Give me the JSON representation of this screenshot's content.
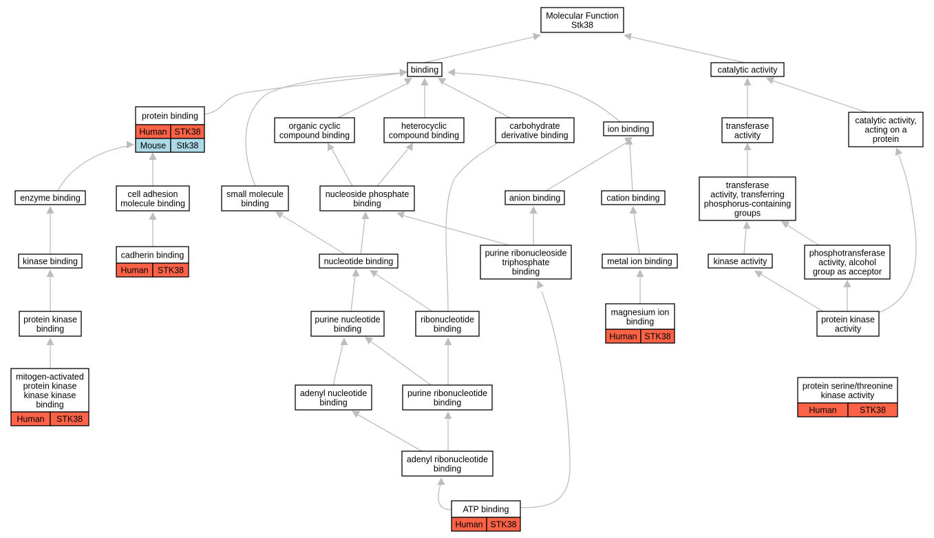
{
  "colors": {
    "human": "#ff6347",
    "mouse": "#add8e6",
    "edge": "#bdbdbd",
    "border": "#000000"
  },
  "nodes": [
    {
      "id": "mf",
      "lines": [
        "Molecular Function",
        "Stk38"
      ]
    },
    {
      "id": "binding",
      "lines": [
        "binding"
      ]
    },
    {
      "id": "catalytic",
      "lines": [
        "catalytic activity"
      ]
    },
    {
      "id": "protein_binding",
      "lines": [
        "protein binding"
      ],
      "rows": [
        [
          "Human",
          "STK38",
          "human"
        ],
        [
          "Mouse",
          "Stk38",
          "mouse"
        ]
      ]
    },
    {
      "id": "organic_cyclic",
      "lines": [
        "organic cyclic",
        "compound binding"
      ]
    },
    {
      "id": "heterocyclic",
      "lines": [
        "heterocyclic",
        "compound binding"
      ]
    },
    {
      "id": "carbohydrate",
      "lines": [
        "carbohydrate",
        "derivative binding"
      ]
    },
    {
      "id": "ion_binding",
      "lines": [
        "ion binding"
      ]
    },
    {
      "id": "transferase",
      "lines": [
        "transferase",
        "activity"
      ]
    },
    {
      "id": "cat_protein",
      "lines": [
        "catalytic activity,",
        "acting on a",
        "protein"
      ]
    },
    {
      "id": "enzyme_binding",
      "lines": [
        "enzyme binding"
      ]
    },
    {
      "id": "cell_adhesion",
      "lines": [
        "cell adhesion",
        "molecule binding"
      ]
    },
    {
      "id": "small_molecule",
      "lines": [
        "small molecule",
        "binding"
      ]
    },
    {
      "id": "nucleoside_phosphate",
      "lines": [
        "nucleoside phosphate",
        "binding"
      ]
    },
    {
      "id": "anion_binding",
      "lines": [
        "anion binding"
      ]
    },
    {
      "id": "cation_binding",
      "lines": [
        "cation binding"
      ]
    },
    {
      "id": "transferase_phospho",
      "lines": [
        "transferase",
        "activity, transferring",
        "phosphorus-containing",
        "groups"
      ]
    },
    {
      "id": "kinase_binding",
      "lines": [
        "kinase binding"
      ]
    },
    {
      "id": "cadherin",
      "lines": [
        "cadherin binding"
      ],
      "rows": [
        [
          "Human",
          "STK38",
          "human"
        ]
      ]
    },
    {
      "id": "nucleotide_binding",
      "lines": [
        "nucleotide binding"
      ]
    },
    {
      "id": "purine_ribonucleoside_tp",
      "lines": [
        "purine ribonucleoside",
        "triphosphate",
        "binding"
      ]
    },
    {
      "id": "metal_ion",
      "lines": [
        "metal ion binding"
      ]
    },
    {
      "id": "kinase_activity",
      "lines": [
        "kinase activity"
      ]
    },
    {
      "id": "phosphotransferase",
      "lines": [
        "phosphotransferase",
        "activity, alcohol",
        "group as acceptor"
      ]
    },
    {
      "id": "protein_kinase_binding",
      "lines": [
        "protein kinase",
        "binding"
      ]
    },
    {
      "id": "purine_nucleotide",
      "lines": [
        "purine nucleotide",
        "binding"
      ]
    },
    {
      "id": "ribonucleotide",
      "lines": [
        "ribonucleotide",
        "binding"
      ]
    },
    {
      "id": "magnesium",
      "lines": [
        "magnesium ion",
        "binding"
      ],
      "rows": [
        [
          "Human",
          "STK38",
          "human"
        ]
      ]
    },
    {
      "id": "protein_kinase_activity",
      "lines": [
        "protein kinase",
        "activity"
      ]
    },
    {
      "id": "mapkkk",
      "lines": [
        "mitogen-activated",
        "protein kinase",
        "kinase kinase",
        "binding"
      ],
      "rows": [
        [
          "Human",
          "STK38",
          "human"
        ]
      ]
    },
    {
      "id": "adenyl_nucleotide",
      "lines": [
        "adenyl nucleotide",
        "binding"
      ]
    },
    {
      "id": "purine_ribonucleotide",
      "lines": [
        "purine ribonucleotide",
        "binding"
      ]
    },
    {
      "id": "ser_thr",
      "lines": [
        "protein serine/threonine",
        "kinase activity"
      ],
      "rows": [
        [
          "Human",
          "STK38",
          "human"
        ]
      ]
    },
    {
      "id": "adenyl_ribonucleotide",
      "lines": [
        "adenyl ribonucleotide",
        "binding"
      ]
    },
    {
      "id": "atp",
      "lines": [
        "ATP binding"
      ],
      "rows": [
        [
          "Human",
          "STK38",
          "human"
        ]
      ]
    }
  ],
  "edges": [
    {
      "from": "binding",
      "to": "mf"
    },
    {
      "from": "catalytic",
      "to": "mf"
    },
    {
      "from": "protein_binding",
      "to": "binding"
    },
    {
      "from": "organic_cyclic",
      "to": "binding"
    },
    {
      "from": "heterocyclic",
      "to": "binding"
    },
    {
      "from": "carbohydrate",
      "to": "binding"
    },
    {
      "from": "ion_binding",
      "to": "binding"
    },
    {
      "from": "small_molecule",
      "to": "binding"
    },
    {
      "from": "transferase",
      "to": "catalytic"
    },
    {
      "from": "cat_protein",
      "to": "catalytic"
    },
    {
      "from": "enzyme_binding",
      "to": "protein_binding"
    },
    {
      "from": "cell_adhesion",
      "to": "protein_binding"
    },
    {
      "from": "nucleoside_phosphate",
      "to": "organic_cyclic"
    },
    {
      "from": "nucleoside_phosphate",
      "to": "heterocyclic"
    },
    {
      "from": "anion_binding",
      "to": "ion_binding"
    },
    {
      "from": "cation_binding",
      "to": "ion_binding"
    },
    {
      "from": "transferase_phospho",
      "to": "transferase"
    },
    {
      "from": "kinase_binding",
      "to": "enzyme_binding"
    },
    {
      "from": "cadherin",
      "to": "cell_adhesion"
    },
    {
      "from": "nucleotide_binding",
      "to": "small_molecule"
    },
    {
      "from": "nucleotide_binding",
      "to": "nucleoside_phosphate"
    },
    {
      "from": "purine_ribonucleoside_tp",
      "to": "nucleoside_phosphate"
    },
    {
      "from": "purine_ribonucleoside_tp",
      "to": "anion_binding"
    },
    {
      "from": "metal_ion",
      "to": "cation_binding"
    },
    {
      "from": "kinase_activity",
      "to": "transferase_phospho"
    },
    {
      "from": "phosphotransferase",
      "to": "transferase_phospho"
    },
    {
      "from": "protein_kinase_binding",
      "to": "kinase_binding"
    },
    {
      "from": "purine_nucleotide",
      "to": "nucleotide_binding"
    },
    {
      "from": "ribonucleotide",
      "to": "nucleotide_binding"
    },
    {
      "from": "ribonucleotide",
      "to": "carbohydrate"
    },
    {
      "from": "magnesium",
      "to": "metal_ion"
    },
    {
      "from": "protein_kinase_activity",
      "to": "kinase_activity"
    },
    {
      "from": "protein_kinase_activity",
      "to": "phosphotransferase"
    },
    {
      "from": "protein_kinase_activity",
      "to": "cat_protein"
    },
    {
      "from": "mapkkk",
      "to": "protein_kinase_binding"
    },
    {
      "from": "adenyl_nucleotide",
      "to": "purine_nucleotide"
    },
    {
      "from": "purine_ribonucleotide",
      "to": "purine_nucleotide"
    },
    {
      "from": "purine_ribonucleotide",
      "to": "ribonucleotide"
    },
    {
      "from": "ser_thr",
      "to": "protein_kinase_activity"
    },
    {
      "from": "adenyl_ribonucleotide",
      "to": "adenyl_nucleotide"
    },
    {
      "from": "adenyl_ribonucleotide",
      "to": "purine_ribonucleotide"
    },
    {
      "from": "atp",
      "to": "adenyl_ribonucleotide"
    },
    {
      "from": "atp",
      "to": "purine_ribonucleoside_tp"
    }
  ]
}
